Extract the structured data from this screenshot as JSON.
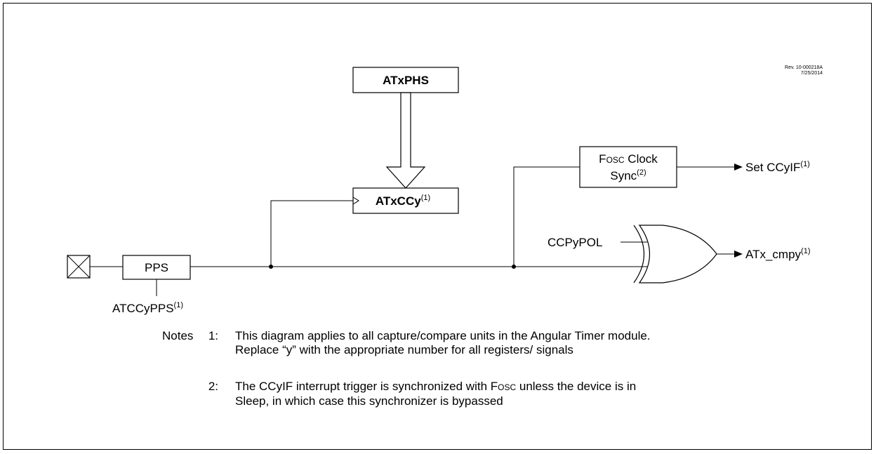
{
  "revision": {
    "line1": "Rev. 10-000218A",
    "line2": "7/25/2014"
  },
  "blocks": {
    "atxphs": "ATxPHS",
    "atxccy_main": "ATxCCy",
    "atxccy_sup": "(1)",
    "fosc_line1_cap": "F",
    "fosc_line1_small": "OSC",
    "fosc_line1_rest": " Clock",
    "fosc_line2": "Sync",
    "fosc_line2_sup": "(2)",
    "pps": "PPS"
  },
  "signals": {
    "atccypps": "ATCCyPPS",
    "atccypps_sup": "(1)",
    "set_ccyif": "Set CCyIF",
    "set_ccyif_sup": "(1)",
    "ccpypol": "CCPyPOL",
    "atx_cmpy": "ATx_cmpy",
    "atx_cmpy_sup": "(1)"
  },
  "notes": {
    "lead": "Notes",
    "n1_num": "1:",
    "n1_text": "This diagram applies to all capture/compare units in the Angular Timer module.  Replace “y” with the appropriate number for all registers/ signals",
    "n2_num": "2:",
    "n2_text_a": "The CCyIF interrupt trigger is synchronized with F",
    "n2_text_small": "OSC",
    "n2_text_b": " unless the device is in Sleep, in which case this synchronizer is bypassed"
  }
}
